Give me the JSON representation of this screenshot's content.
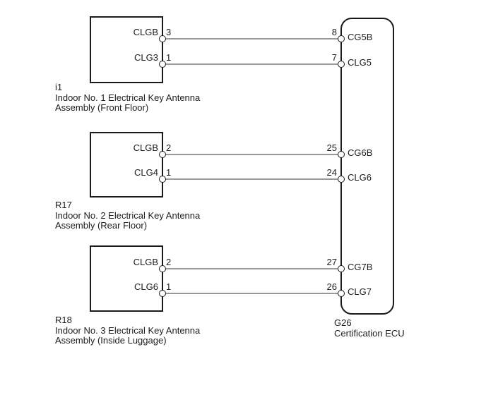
{
  "components": [
    {
      "id": "i1",
      "desc_line1": "Indoor No. 1 Electrical Key Antenna",
      "desc_line2": "Assembly (Front Floor)",
      "pins": [
        {
          "wire_name": "CLGB",
          "pin_number": "3"
        },
        {
          "wire_name": "CLG3",
          "pin_number": "1"
        }
      ]
    },
    {
      "id": "R17",
      "desc_line1": "Indoor No. 2 Electrical Key Antenna",
      "desc_line2": "Assembly (Rear Floor)",
      "pins": [
        {
          "wire_name": "CLGB",
          "pin_number": "2"
        },
        {
          "wire_name": "CLG4",
          "pin_number": "1"
        }
      ]
    },
    {
      "id": "R18",
      "desc_line1": "Indoor No. 3 Electrical Key Antenna",
      "desc_line2": "Assembly (Inside Luggage)",
      "pins": [
        {
          "wire_name": "CLGB",
          "pin_number": "2"
        },
        {
          "wire_name": "CLG6",
          "pin_number": "1"
        }
      ]
    }
  ],
  "ecu": {
    "id": "G26",
    "name": "Certification ECU",
    "pins": [
      {
        "pin_number": "8",
        "terminal": "CG5B"
      },
      {
        "pin_number": "7",
        "terminal": "CLG5"
      },
      {
        "pin_number": "25",
        "terminal": "CG6B"
      },
      {
        "pin_number": "24",
        "terminal": "CLG6"
      },
      {
        "pin_number": "27",
        "terminal": "CG7B"
      },
      {
        "pin_number": "26",
        "terminal": "CLG7"
      }
    ]
  },
  "colors": {
    "wire": "#98989a",
    "outline": "#1a1a1a",
    "text": "#1c1c1e",
    "background": "#ffffff"
  }
}
